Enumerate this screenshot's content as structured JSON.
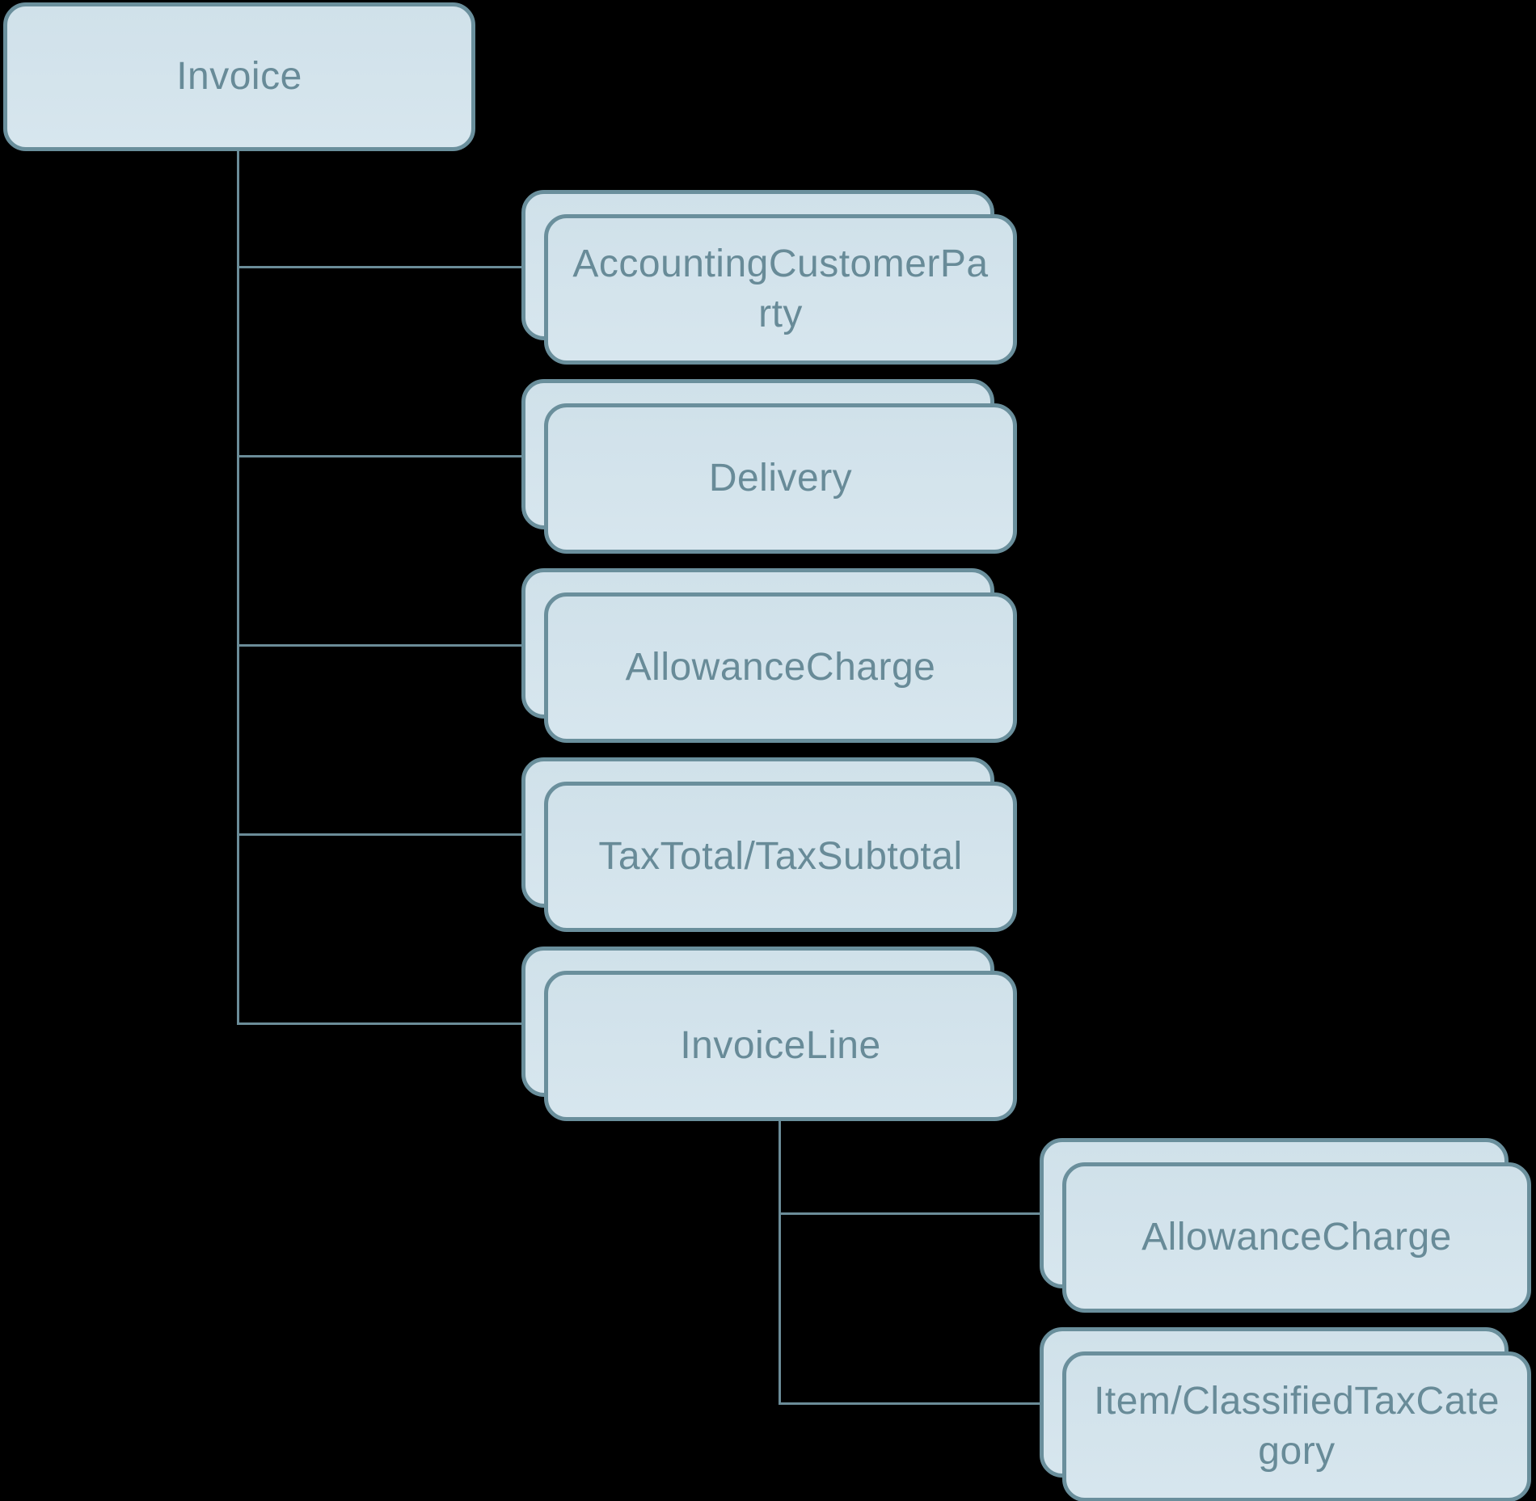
{
  "diagram": {
    "background_color": "#000000",
    "style": {
      "node_fill": "#d3e3ec",
      "node_border": "#6a8f9c",
      "label_color": "#688b98",
      "connector_color": "#6b8c98"
    },
    "nodes": {
      "invoice": {
        "label": "Invoice",
        "multi_instance": false
      },
      "accounting_customer_party": {
        "label": "AccountingCustomerPa\nrty",
        "full_label": "AccountingCustomerParty",
        "multi_instance": true
      },
      "delivery": {
        "label": "Delivery",
        "multi_instance": true
      },
      "allowance_charge": {
        "label": "AllowanceCharge",
        "multi_instance": true
      },
      "tax_total_tax_subtotal": {
        "label": "TaxTotal/TaxSubtotal",
        "multi_instance": true
      },
      "invoice_line": {
        "label": "InvoiceLine",
        "multi_instance": true
      },
      "invoice_line_allowance_charge": {
        "label": "AllowanceCharge",
        "multi_instance": true
      },
      "item_classified_tax_category": {
        "label": "Item/ClassifiedTaxCate\ngory",
        "full_label": "Item/ClassifiedTaxCategory",
        "multi_instance": true
      }
    },
    "edges": [
      {
        "from": "invoice",
        "to": "accounting_customer_party"
      },
      {
        "from": "invoice",
        "to": "delivery"
      },
      {
        "from": "invoice",
        "to": "allowance_charge"
      },
      {
        "from": "invoice",
        "to": "tax_total_tax_subtotal"
      },
      {
        "from": "invoice",
        "to": "invoice_line"
      },
      {
        "from": "invoice_line",
        "to": "invoice_line_allowance_charge"
      },
      {
        "from": "invoice_line",
        "to": "item_classified_tax_category"
      }
    ]
  }
}
